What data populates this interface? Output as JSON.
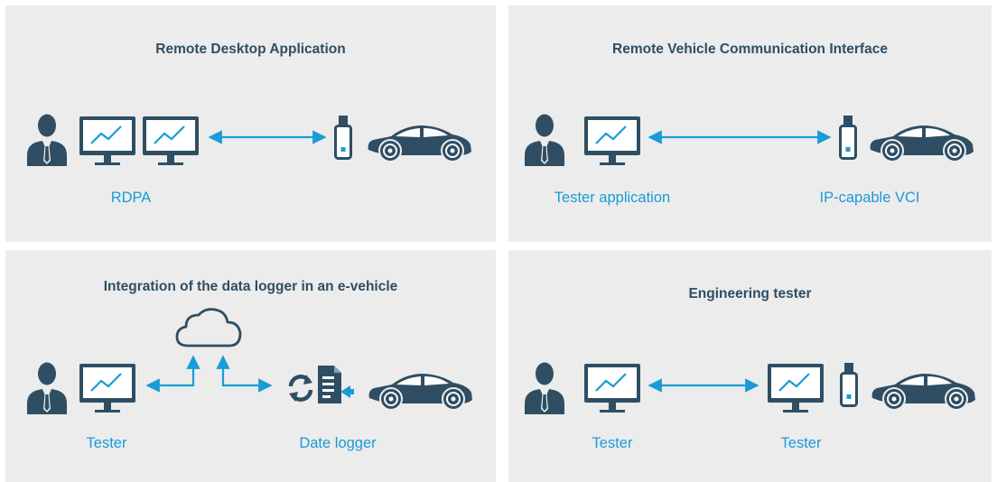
{
  "panels": [
    {
      "title": "Remote Desktop Application",
      "labels": [
        "RDPA"
      ]
    },
    {
      "title": "Remote Vehicle Communication Interface",
      "labels": [
        "Tester application",
        "IP-capable VCI"
      ]
    },
    {
      "title": "Integration of the data logger in an e-vehicle",
      "labels": [
        "Tester",
        "Date logger"
      ]
    },
    {
      "title": "Engineering tester",
      "labels": [
        "Tester",
        "Tester"
      ]
    }
  ],
  "colors": {
    "panel_bg": "#ececec",
    "title": "#2f4e63",
    "icon": "#2f4e63",
    "accent": "#1a9bd7"
  },
  "icons": [
    "person-icon",
    "monitor-icon",
    "vci-dongle-icon",
    "car-icon",
    "cloud-icon",
    "sync-icon",
    "document-icon",
    "double-arrow-icon"
  ]
}
